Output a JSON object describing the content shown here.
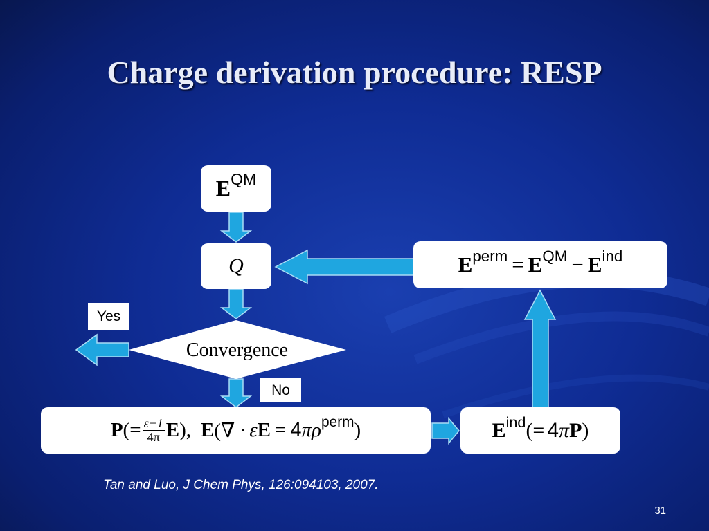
{
  "slide": {
    "title": "Charge derivation procedure: RESP",
    "citation": "Tan and Luo, J Chem Phys, 126:094103, 2007.",
    "page_number": "31"
  },
  "nodes": {
    "eqm": {
      "base": "E",
      "sup": "QM"
    },
    "q": {
      "symbol": "Q"
    },
    "convergence": {
      "label": "Convergence"
    },
    "eperm": {
      "lhs_base": "E",
      "lhs_sup": "perm",
      "eq": "=",
      "t1_base": "E",
      "t1_sup": "QM",
      "minus": "−",
      "t2_base": "E",
      "t2_sup": "ind"
    },
    "p_eq": {
      "p": "P",
      "open": "(=",
      "frac_num": "ε−1",
      "frac_den": "4π",
      "e1": "E",
      "close1": "),",
      "e2": "E",
      "open2": "(∇ ·",
      "eps": "ε",
      "e3": "E",
      "eq": "=",
      "four": "4",
      "pi": "π",
      "rho": "ρ",
      "sup": "perm",
      "close2": ")"
    },
    "eind": {
      "base": "E",
      "sup": "ind",
      "open": "(=",
      "four": "4",
      "pi": "π",
      "p": "P",
      "close": ")"
    }
  },
  "labels": {
    "yes": "Yes",
    "no": "No"
  },
  "colors": {
    "arrow_fill": "#1fa6e0",
    "arrow_stroke": "#a9dcf5",
    "box_fill": "#ffffff"
  }
}
